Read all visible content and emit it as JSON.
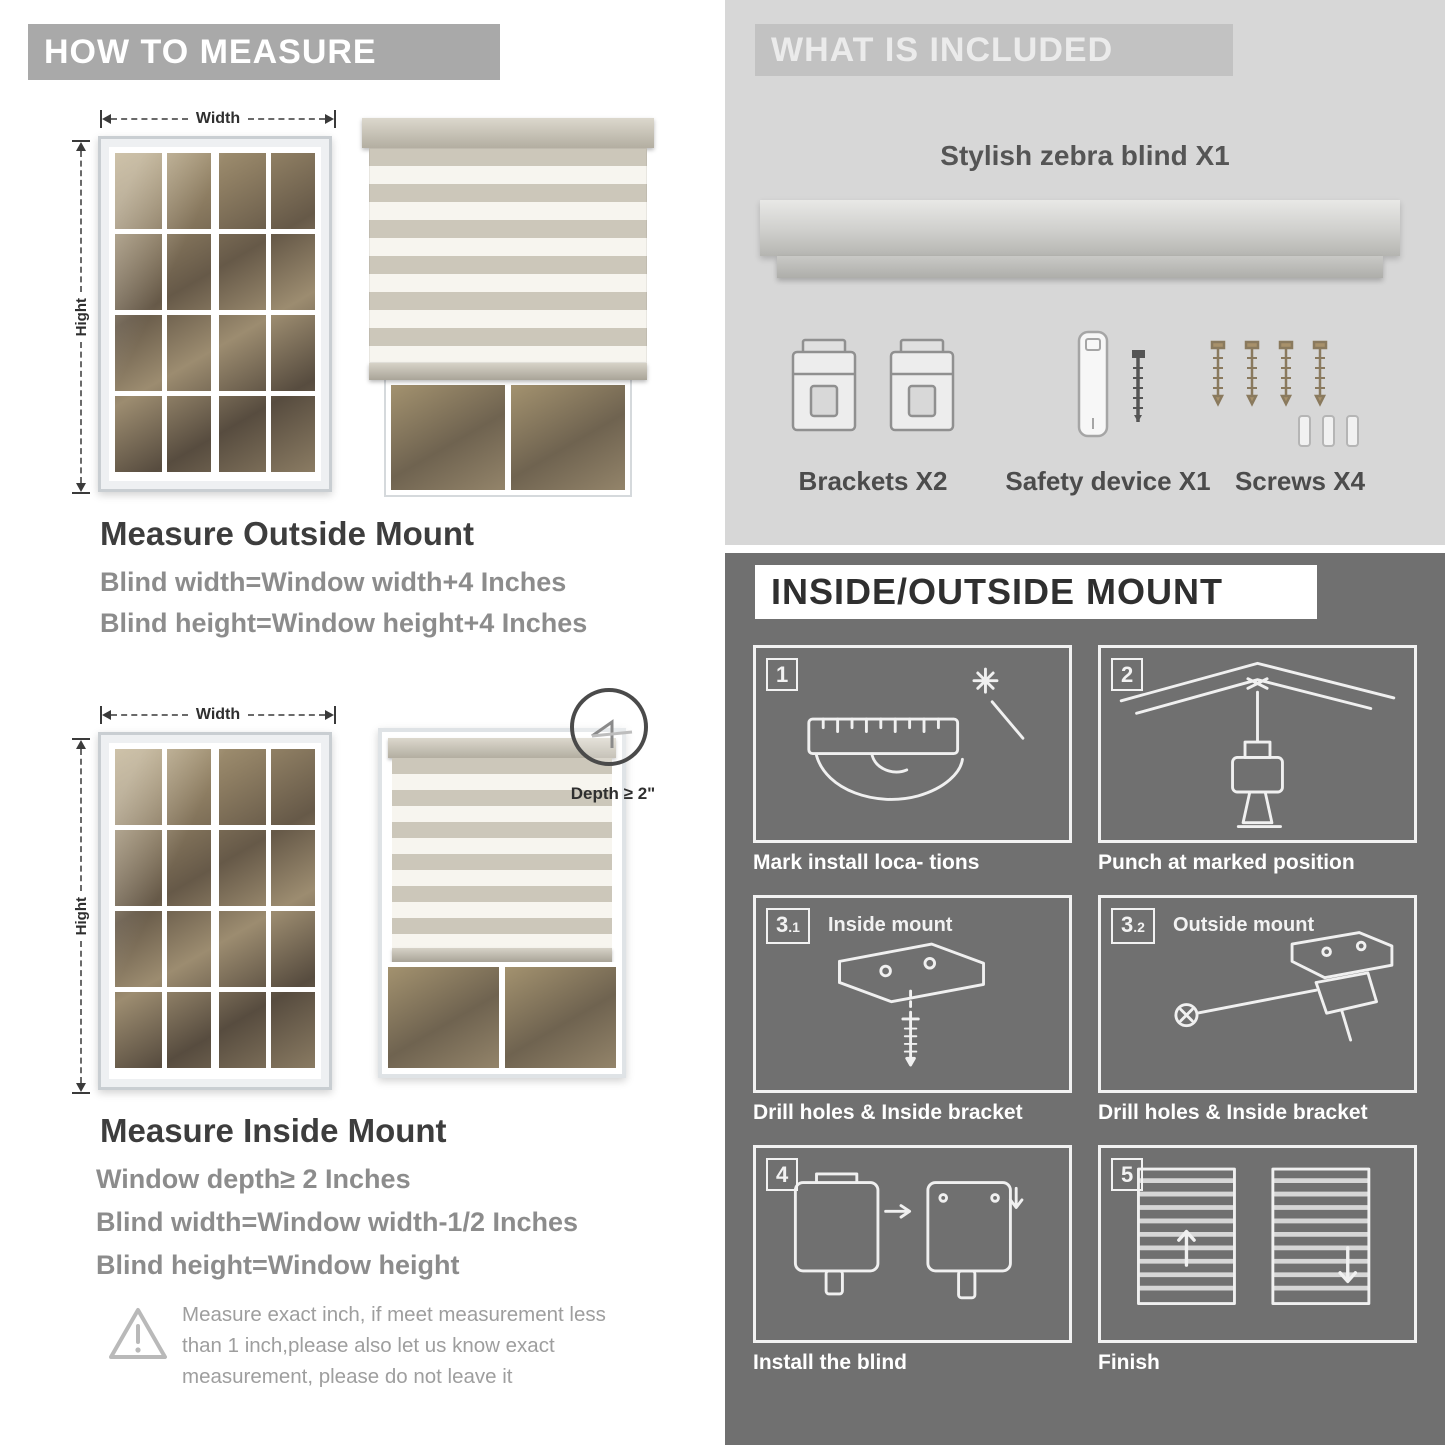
{
  "colors": {
    "banner_gray": "#a9a9a9",
    "included_bg": "#d7d7d7",
    "mount_bg": "#707070",
    "stripe_beige": "#ccc7ba"
  },
  "left": {
    "header": "HOW TO MEASURE",
    "labels": {
      "width": "Width",
      "height": "Hight"
    },
    "outside": {
      "title": "Measure Outside Mount",
      "line1": "Blind width=Window width+4 Inches",
      "line2": "Blind height=Window height+4 Inches"
    },
    "inside": {
      "title": "Measure Inside Mount",
      "depth": "Depth ≥ 2\"",
      "line1": "Window depth≥ 2 Inches",
      "line2": "Blind width=Window width-1/2 Inches",
      "line3": "Blind height=Window height",
      "warning": "Measure exact inch, if meet measurement less than 1 inch,please also let us know exact measurement, please do not leave it"
    }
  },
  "right": {
    "included": {
      "header": "WHAT IS INCLUDED",
      "blind_label": "Stylish zebra blind X1",
      "items": [
        {
          "label": "Brackets X2",
          "icon": "bracket-icon"
        },
        {
          "label": "Safety device X1",
          "icon": "safety-device-icon"
        },
        {
          "label": "Screws X4",
          "icon": "screw-icon"
        }
      ]
    },
    "mount": {
      "header": "INSIDE/OUTSIDE MOUNT",
      "steps": [
        {
          "num": "1",
          "caption": "Mark install loca- tions"
        },
        {
          "num": "2",
          "caption": "Punch at  marked position"
        },
        {
          "num": "3",
          "sub": ".1",
          "label": "Inside mount",
          "caption": "Drill holes &  Inside bracket"
        },
        {
          "num": "3",
          "sub": ".2",
          "label": "Outside mount",
          "caption": "Drill holes &  Inside bracket"
        },
        {
          "num": "4",
          "caption": "Install the blind"
        },
        {
          "num": "5",
          "caption": "Finish"
        }
      ]
    }
  }
}
